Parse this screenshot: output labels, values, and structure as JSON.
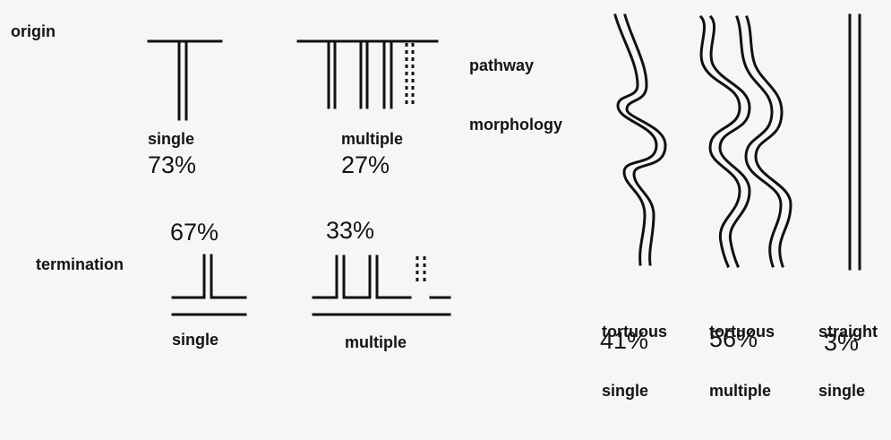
{
  "origin": {
    "heading": "origin",
    "single": {
      "label": "single",
      "percent": "73%"
    },
    "multiple": {
      "label": "multiple",
      "percent": "27%"
    }
  },
  "termination": {
    "heading": "termination",
    "single": {
      "label": "single",
      "percent": "67%"
    },
    "multiple": {
      "label": "multiple",
      "percent": "33%"
    }
  },
  "pathway": {
    "heading_line1": "pathway",
    "heading_line2": "morphology",
    "tortuous_single": {
      "label_line1": "tortuous",
      "label_line2": "single",
      "percent": "41%"
    },
    "tortuous_multiple": {
      "label_line1": "tortuous",
      "label_line2": "multiple",
      "percent": "56%"
    },
    "straight_single": {
      "label_line1": "straight",
      "label_line2": "single",
      "percent": "3%"
    }
  }
}
